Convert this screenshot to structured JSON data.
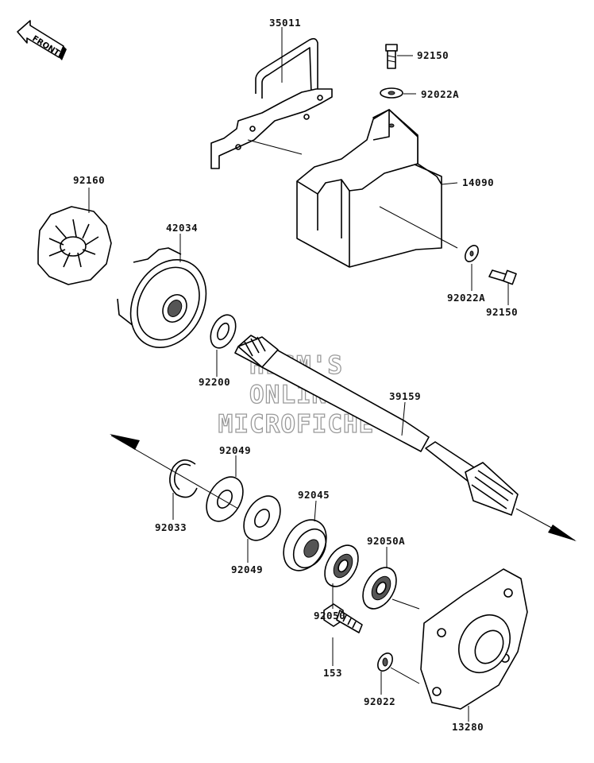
{
  "front_label": "FRONT",
  "watermark": [
    "HLSM'S",
    "ONLINE",
    "MICROFICHE"
  ],
  "parts": [
    {
      "id": "p35011",
      "number": "35011"
    },
    {
      "id": "p92150a",
      "number": "92150"
    },
    {
      "id": "p92022a1",
      "number": "92022A"
    },
    {
      "id": "p14090",
      "number": "14090"
    },
    {
      "id": "p92022a2",
      "number": "92022A"
    },
    {
      "id": "p92150b",
      "number": "92150"
    },
    {
      "id": "p92160",
      "number": "92160"
    },
    {
      "id": "p42034",
      "number": "42034"
    },
    {
      "id": "p92200",
      "number": "92200"
    },
    {
      "id": "p39159",
      "number": "39159"
    },
    {
      "id": "p92049a",
      "number": "92049"
    },
    {
      "id": "p92033",
      "number": "92033"
    },
    {
      "id": "p92049b",
      "number": "92049"
    },
    {
      "id": "p92045",
      "number": "92045"
    },
    {
      "id": "p92050a",
      "number": "92050A"
    },
    {
      "id": "p92050",
      "number": "92050"
    },
    {
      "id": "p153",
      "number": "153"
    },
    {
      "id": "p92022",
      "number": "92022"
    },
    {
      "id": "p13280",
      "number": "13280"
    }
  ]
}
